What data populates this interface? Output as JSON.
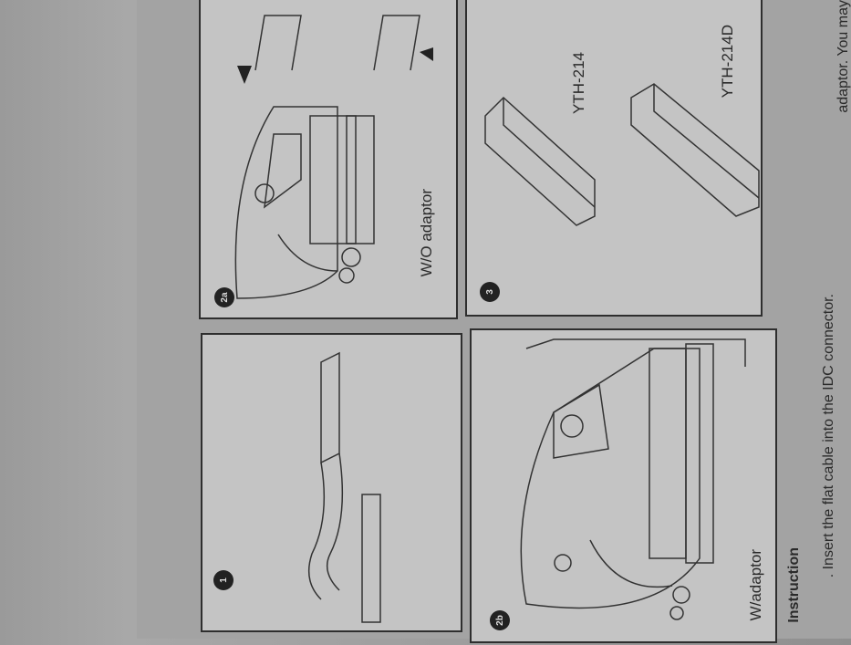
{
  "panels": {
    "step_2a": {
      "badge": "2a",
      "caption": "W/O adaptor"
    },
    "step_1": {
      "badge": "1"
    },
    "step_3": {
      "badge": "3",
      "labels": [
        "YTH-214",
        "YTH-214D"
      ]
    },
    "step_2b": {
      "badge": "2b",
      "caption": "W/adaptor"
    }
  },
  "instruction": {
    "heading": "Instruction",
    "line1": ". Insert the flat cable into the IDC connector.",
    "line2_fragment": "adaptor. You may"
  }
}
